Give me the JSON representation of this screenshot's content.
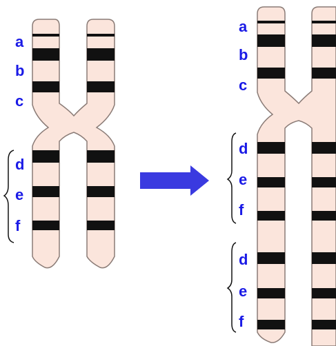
{
  "colors": {
    "chromosome_fill": "#fbe5dc",
    "chromosome_stroke": "#8a7b76",
    "band": "#111111",
    "label": "#1a1ae6",
    "arrow": "#3a3ae0"
  },
  "left": {
    "labels": [
      "a",
      "b",
      "c",
      "d",
      "e",
      "f"
    ],
    "segment_group": [
      "d",
      "e",
      "f"
    ]
  },
  "arrow": {
    "icon": "right-arrow-icon"
  },
  "right": {
    "labels": [
      "a",
      "b",
      "c",
      "d",
      "e",
      "f",
      "d",
      "e",
      "f"
    ],
    "segment_groups": [
      [
        "d",
        "e",
        "f"
      ],
      [
        "d",
        "e",
        "f"
      ]
    ]
  }
}
